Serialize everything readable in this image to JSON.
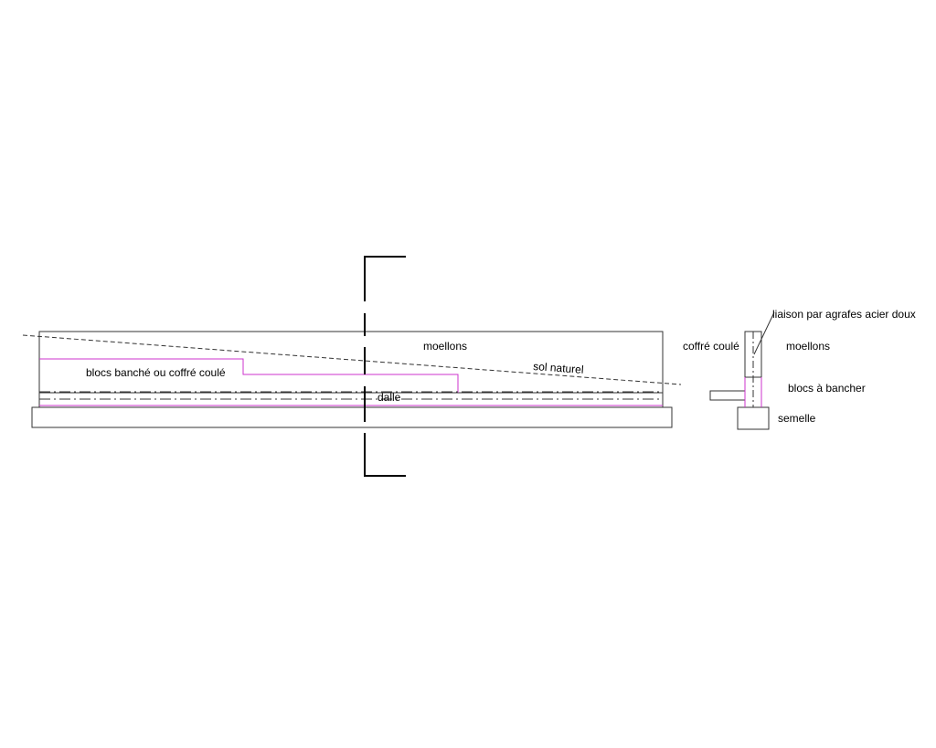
{
  "colors": {
    "background": "#ffffff",
    "line": "#000000",
    "outline": "#333333",
    "accent": "#cc33cc"
  },
  "elevation": {
    "label_moellons": "moellons",
    "label_blocs": "blocs banché ou coffré coulé",
    "label_sol": "sol naturel",
    "label_dalle": "dalle"
  },
  "section": {
    "label_liaison": "liaison par agrafes acier doux",
    "label_coffre": "coffré coulé",
    "label_moellons": "moellons",
    "label_blocs": "blocs à bancher",
    "label_semelle": "semelle"
  }
}
